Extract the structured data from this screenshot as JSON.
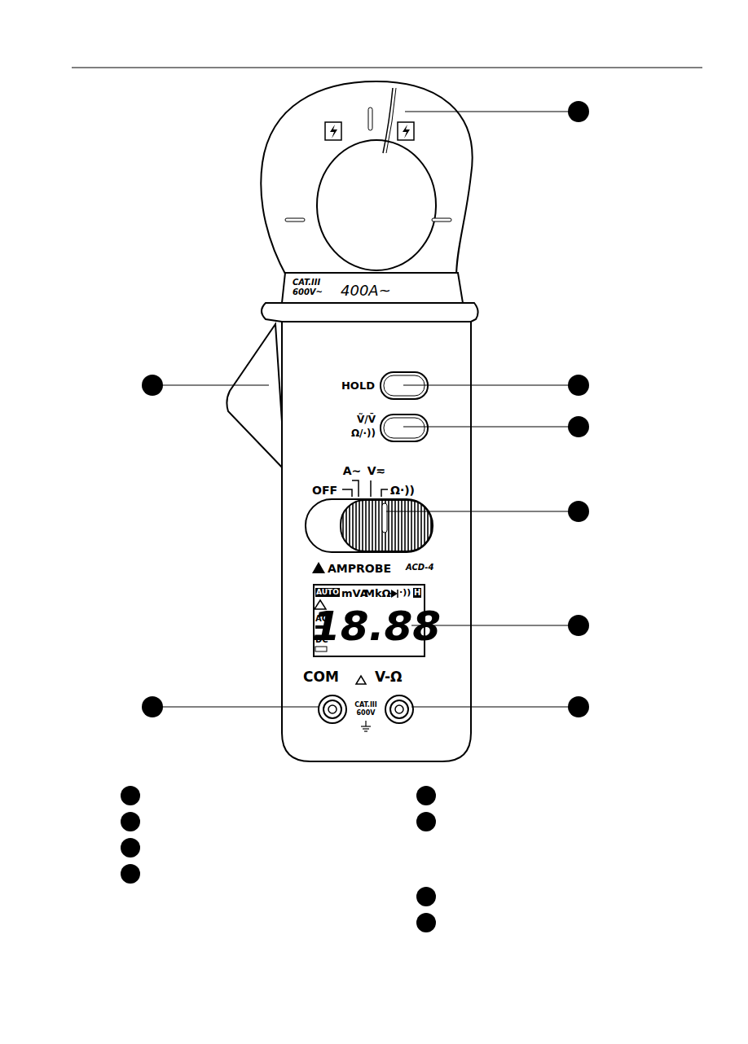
{
  "diagram": {
    "labels": [
      "CAT.III",
      "600V~",
      "400A~",
      "HOLD",
      "Ṽ/V̄",
      "Ω/·))",
      "A~",
      "V≂",
      "OFF",
      "Ω·))",
      "AMPROBE",
      "ACD-4",
      "AUTO",
      "mVA",
      "MkΩ",
      "·))",
      "H",
      "AC",
      "DC",
      "18.88",
      "COM",
      "V-Ω",
      "CAT.III",
      "600V"
    ]
  }
}
